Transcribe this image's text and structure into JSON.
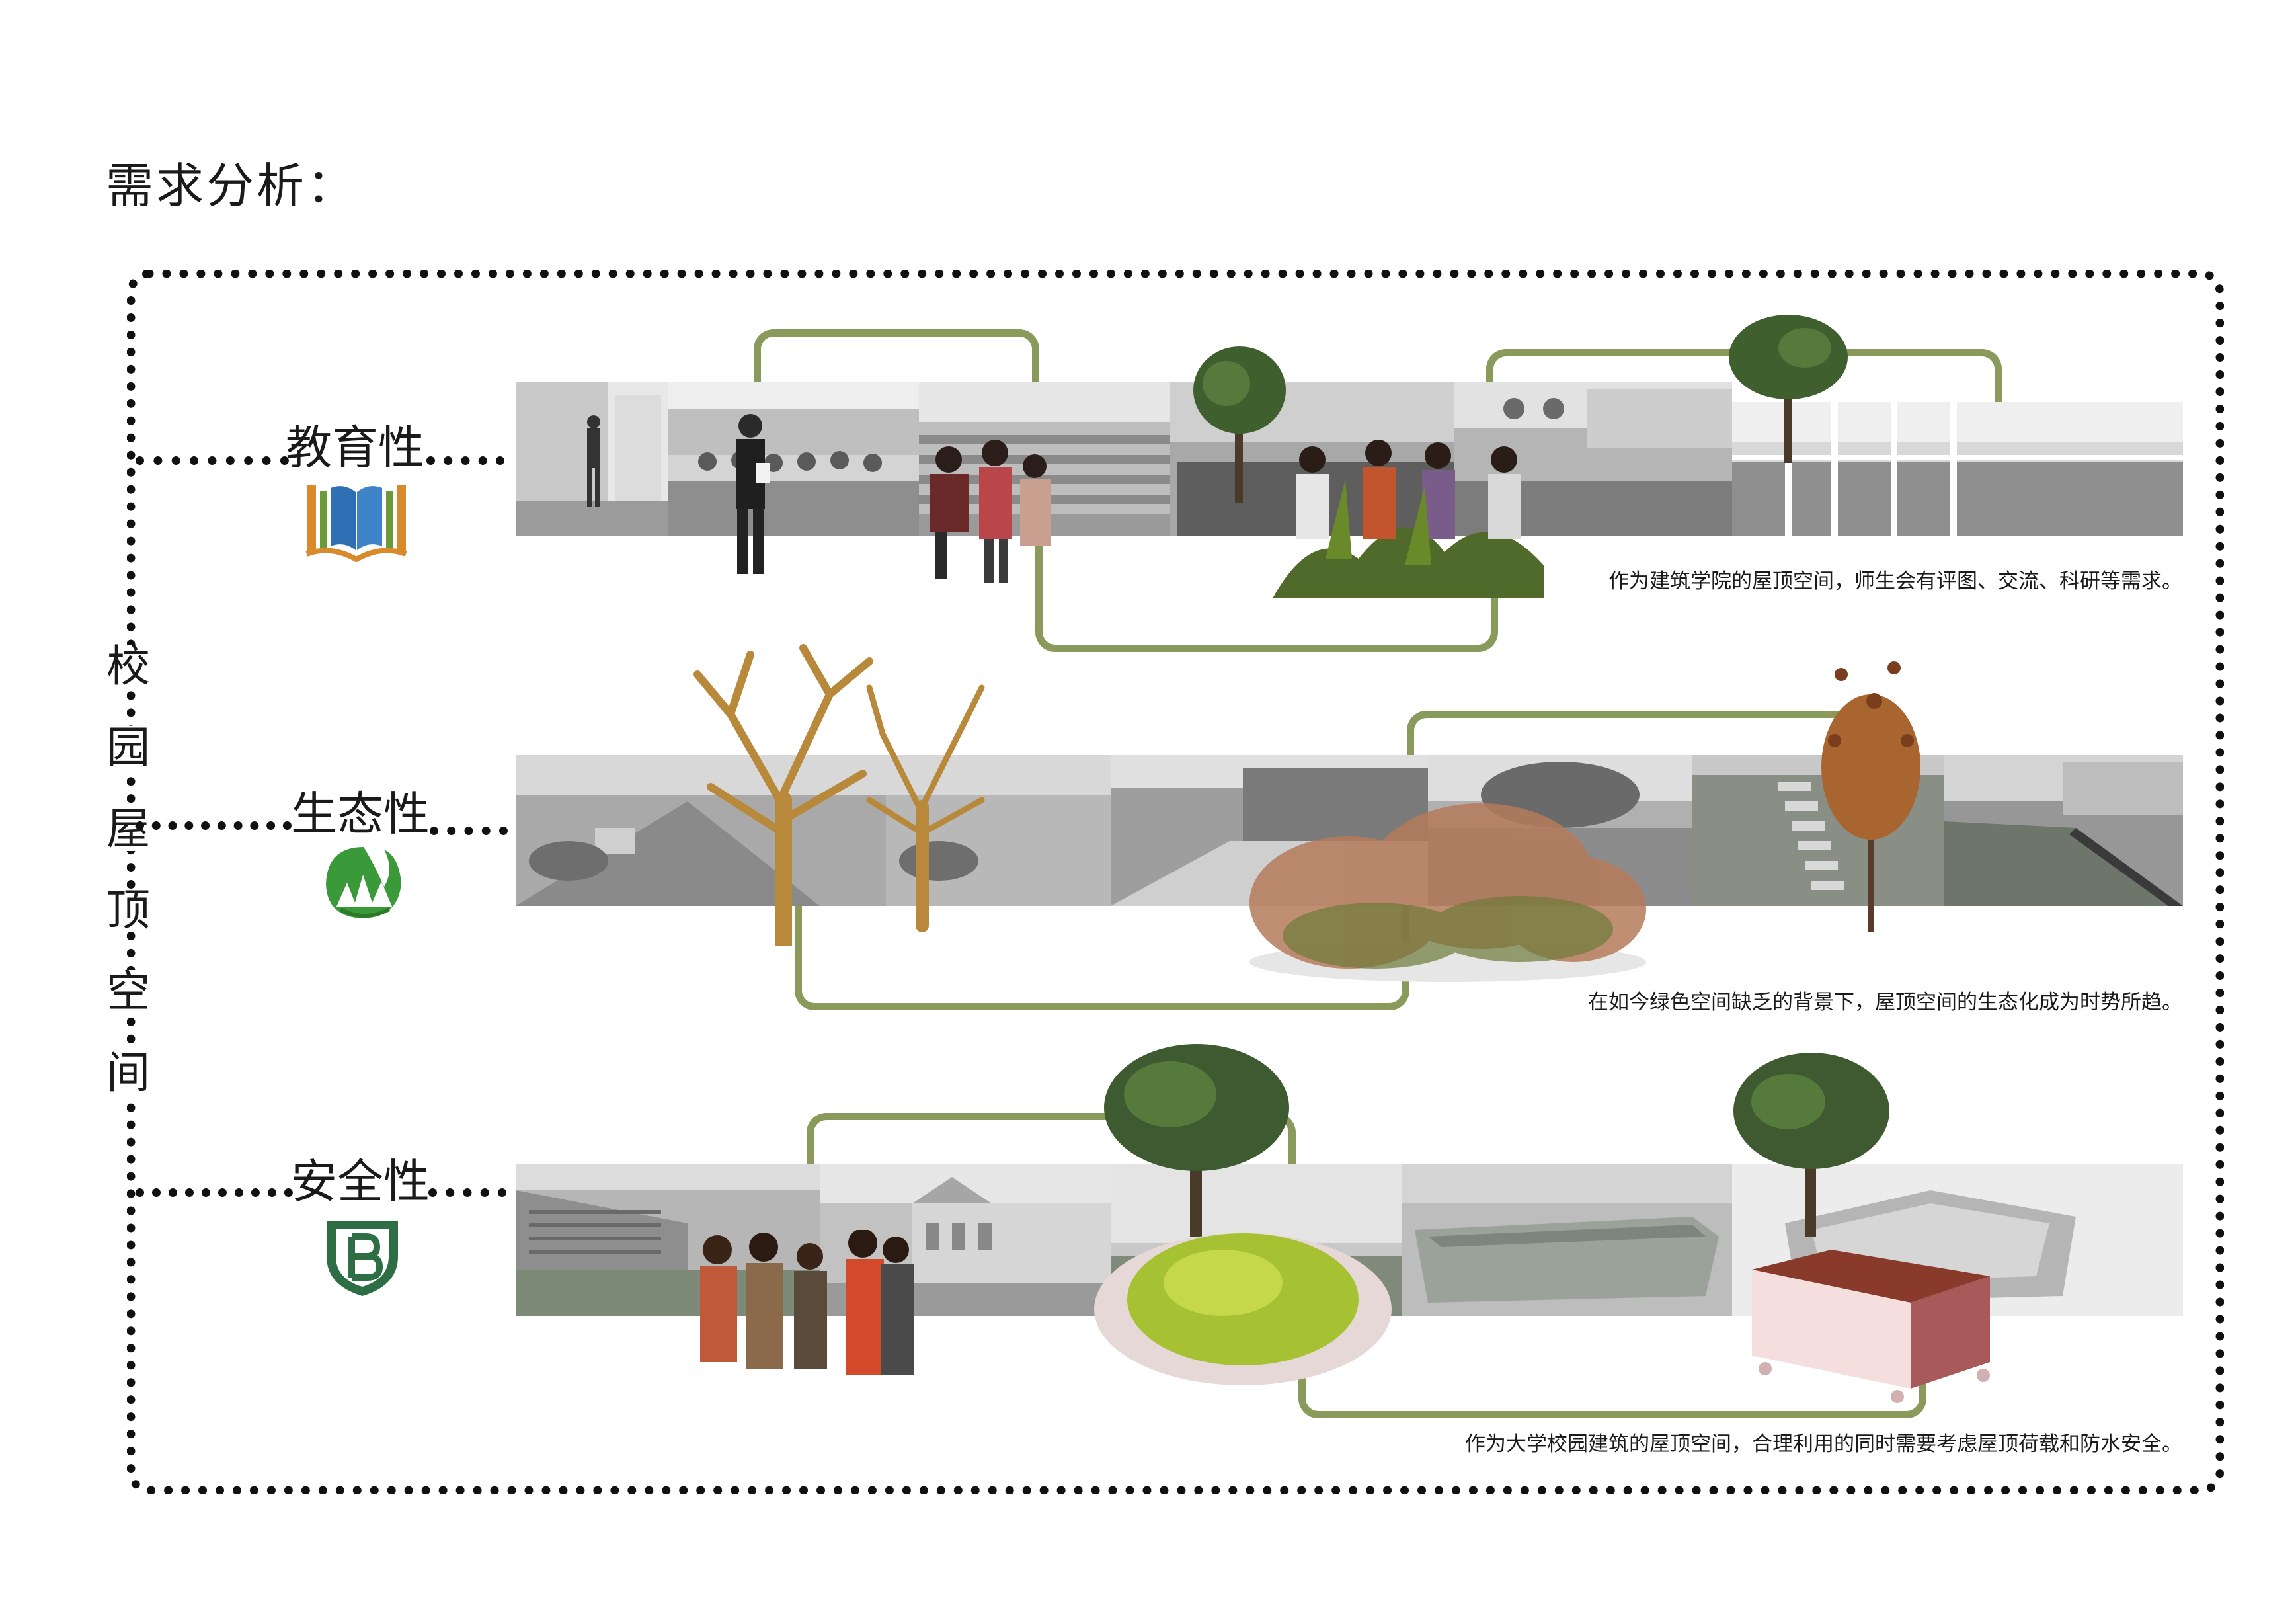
{
  "title": "需求分析：",
  "vertical_label": [
    "校",
    "园",
    "屋",
    "顶",
    "空",
    "间"
  ],
  "rows": [
    {
      "id": "education",
      "label": "教育性",
      "icon": "open-book-icon",
      "caption": "作为建筑学院的屋顶空间，师生会有评图、交流、科研等需求。"
    },
    {
      "id": "ecology",
      "label": "生态性",
      "icon": "green-leaf-forest-icon",
      "caption": "在如今绿色空间缺乏的背景下，屋顶空间的生态化成为时势所趋。"
    },
    {
      "id": "safety",
      "label": "安全性",
      "icon": "shield-b-icon",
      "caption": "作为大学校园建筑的屋顶空间，合理利用的同时需要考虑屋顶荷载和防水安全。"
    }
  ],
  "colors": {
    "loop": "#8a9a5b",
    "book_orange": "#d98a2b",
    "book_blue": "#2f6fb3",
    "leaf_green": "#3a9a3a",
    "shield_green": "#2e6e44"
  }
}
